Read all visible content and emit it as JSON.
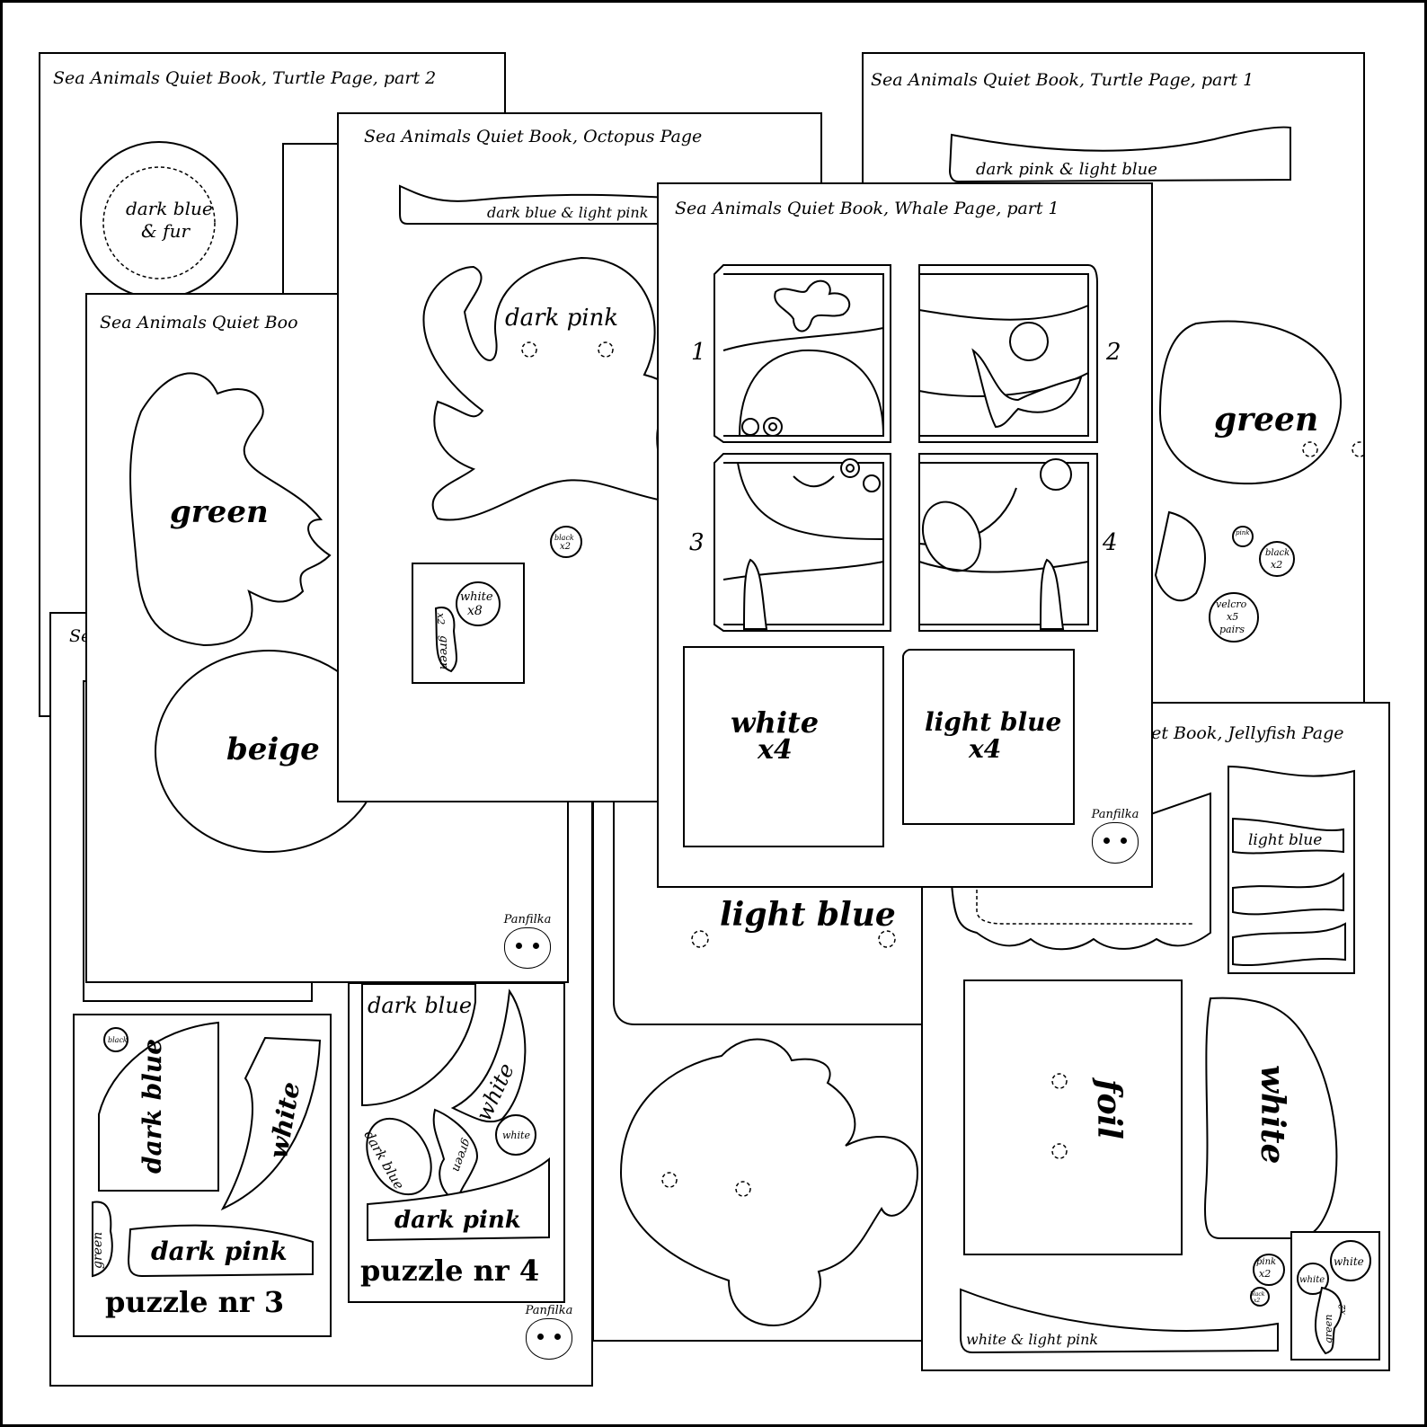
{
  "sheets": {
    "turtle_part2": {
      "title": "Sea Animals Quiet Book, Turtle Page, part 2",
      "circle_label_1": "dark blue",
      "circle_label_2": "& fur"
    },
    "turtle_part1": {
      "title": "Sea Animals Quiet Book, Turtle Page, part 1",
      "strip_label": "dark pink & light blue",
      "shell_label": "green",
      "pink_label": "pink",
      "pink_count": "x2",
      "black_label": "black",
      "black_count": "x2",
      "velcro_1": "velcro",
      "velcro_2": "x5",
      "velcro_3": "pairs"
    },
    "octopus": {
      "title": "Sea Animals Quiet Book, Octopus Page",
      "strip_label": "dark blue & light pink",
      "body_label": "dark pink",
      "black_label": "black",
      "black_count": "x2",
      "white_label": "white",
      "white_count": "x8",
      "green_label": "green",
      "green_count": "x2"
    },
    "whale": {
      "title": "Sea Animals Quiet Book, Whale Page, part 1",
      "numbers": [
        "1",
        "2",
        "3",
        "4"
      ],
      "white_label": "white",
      "white_count": "x4",
      "lightblue_label": "light blue",
      "lightblue_count": "x4",
      "logo_text": "Panfilka"
    },
    "green_page": {
      "title": "Sea Animals Quiet Boo",
      "green_label": "green",
      "beige_label": "beige",
      "logo_text": "Panfilka"
    },
    "partial_left": {
      "title": "Se",
      "green_label": "green"
    },
    "puzzle3": {
      "black_label": "black",
      "darkblue_label": "dark blue",
      "white_label": "white",
      "green_label": "green",
      "darkpink_label": "dark pink",
      "caption": "puzzle nr 3"
    },
    "puzzle4": {
      "darkblue_label": "dark blue",
      "white_label": "white",
      "white_circle": "white",
      "darkblue_oval": "dark blue",
      "green_label": "green",
      "darkpink_label": "dark pink",
      "caption": "puzzle nr 4",
      "logo_text": "Panfilka"
    },
    "fish": {
      "lightblue_label": "light blue"
    },
    "jellyfish": {
      "title": "iet Book, Jellyfish Page",
      "lightblue_label": "light blue",
      "foil_label": "foil",
      "white_label": "white",
      "pink_label": "pink",
      "pink_count": "x2",
      "white_circle_1": "white",
      "white_circle_2": "white",
      "black_label": "black",
      "black_count": "x2",
      "green_label": "green",
      "green_count": "x2",
      "strip_label": "white & light pink"
    }
  }
}
